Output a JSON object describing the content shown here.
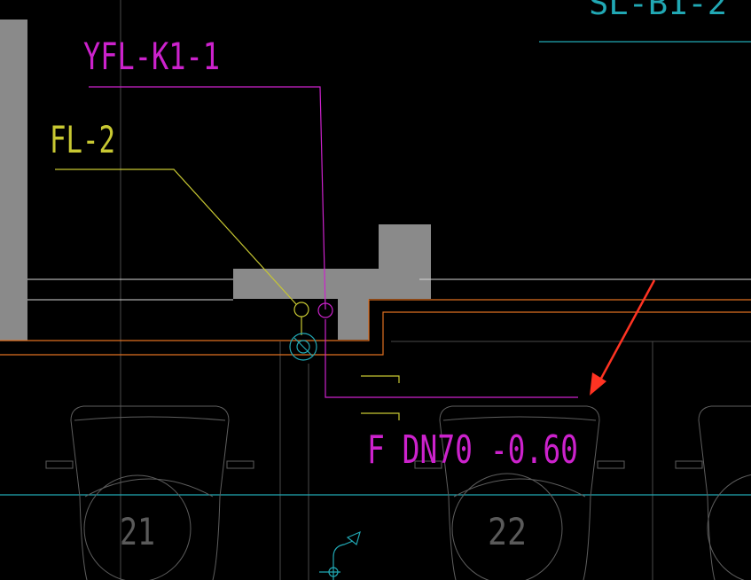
{
  "drawing": {
    "labels": {
      "top_right_label": "SL-B1-2",
      "riser_yfl": "YFL-K1-1",
      "riser_fl": "FL-2",
      "pipe_spec": "F DN70 -0.60",
      "parking_21": "21",
      "parking_22": "22"
    },
    "layer_colors": {
      "background": "#000000",
      "structure_fill": "#8a8a8a",
      "wall_line": "#e07020",
      "grid_line": "#4a4a4a",
      "axis_line": "#21a8b4",
      "magenta_pipe": "#cc22cc",
      "yellow_leader": "#c8c832",
      "annotation_arrow": "#ff3322",
      "car_outline": "#5e5e5e",
      "white_line": "#d8d8d8"
    },
    "icons": {
      "pointer_arrow": "red-arrow-icon",
      "drain_symbol": "floor-drain-icon",
      "valve_symbol": "valve-icon"
    }
  }
}
